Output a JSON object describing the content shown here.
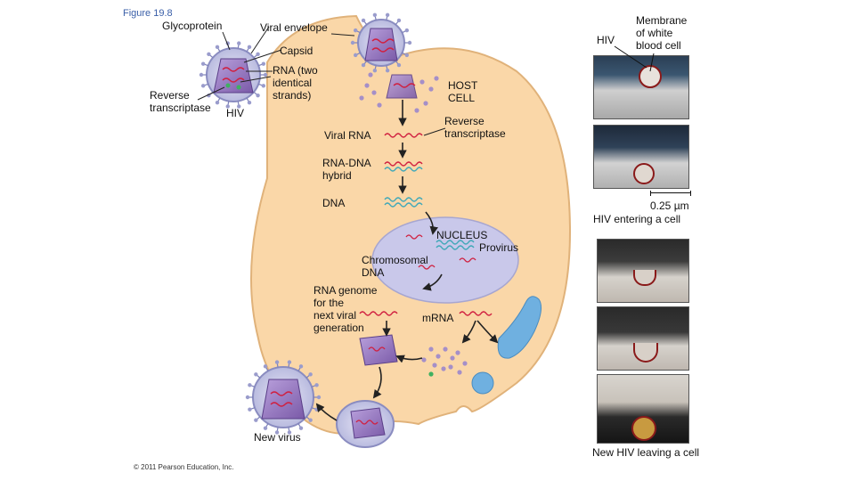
{
  "figure_label": "Figure 19.8",
  "labels": {
    "glycoprotein": "Glycoprotein",
    "viral_envelope": "Viral envelope",
    "capsid": "Capsid",
    "rna_two_strands": "RNA (two\nidentical\nstrands)",
    "reverse_transcriptase_left": "Reverse\ntranscriptase",
    "hiv_left": "HIV",
    "host_cell": "HOST\nCELL",
    "reverse_transcriptase_mid": "Reverse\ntranscriptase",
    "viral_rna": "Viral RNA",
    "rna_dna_hybrid": "RNA-DNA\nhybrid",
    "dna": "DNA",
    "nucleus": "NUCLEUS",
    "provirus": "Provirus",
    "chromosomal_dna": "Chromosomal\nDNA",
    "rna_genome": "RNA genome\nfor the\nnext viral\ngeneration",
    "mrna": "mRNA",
    "new_virus": "New virus",
    "hiv_photo": "HIV",
    "membrane_wbc": "Membrane\nof white\nblood cell",
    "scale_bar": "0.25 µm",
    "hiv_entering": "HIV entering a cell",
    "new_hiv_leaving": "New HIV leaving a cell",
    "copyright": "© 2011 Pearson Education, Inc."
  },
  "colors": {
    "cell_fill": "#fad7a8",
    "cell_stroke": "#e0b27a",
    "nucleus_fill": "#c9c8ea",
    "capsid_fill": "#9b7ac4",
    "envelope": "#c0c2e2",
    "rna": "#d02040",
    "dna": "#40a8b8",
    "er_fill": "#6fb0e0",
    "arrow": "#222222"
  }
}
